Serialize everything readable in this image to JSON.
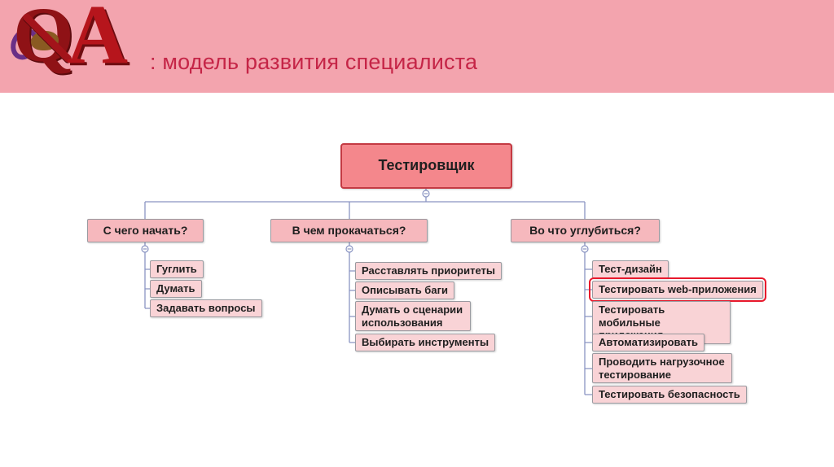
{
  "header": {
    "logo": {
      "q": "Q",
      "a": "A"
    },
    "title": ": модель развития специалиста"
  },
  "tree": {
    "root": {
      "label": "Тестировщик"
    },
    "branches": [
      {
        "label": "С чего начать?",
        "children": [
          {
            "label": "Гуглить"
          },
          {
            "label": "Думать"
          },
          {
            "label": "Задавать вопросы"
          }
        ]
      },
      {
        "label": "В чем прокачаться?",
        "children": [
          {
            "label": "Расставлять приоритеты"
          },
          {
            "label": "Описывать баги"
          },
          {
            "label": "Думать о сценарии использования"
          },
          {
            "label": "Выбирать инструменты"
          }
        ]
      },
      {
        "label": "Во что углубиться?",
        "children": [
          {
            "label": "Тест-дизайн"
          },
          {
            "label": "Тестировать web-приложения",
            "highlighted": true
          },
          {
            "label": "Тестировать мобильные приложения"
          },
          {
            "label": "Автоматизировать"
          },
          {
            "label": "Проводить нагрузочное тестирование"
          },
          {
            "label": "Тестировать безопасность"
          }
        ]
      }
    ]
  },
  "colors": {
    "header_bg": "#f3a4ae",
    "title_text": "#c52547",
    "logo_red": "#a5131b",
    "root_fill": "#f4878c",
    "root_border": "#c43a43",
    "branch_fill": "#f6b8bd",
    "leaf_fill": "#f9d3d6",
    "node_border": "#9a9aa0",
    "connector": "#8a94c2",
    "highlight": "#e8192c"
  }
}
